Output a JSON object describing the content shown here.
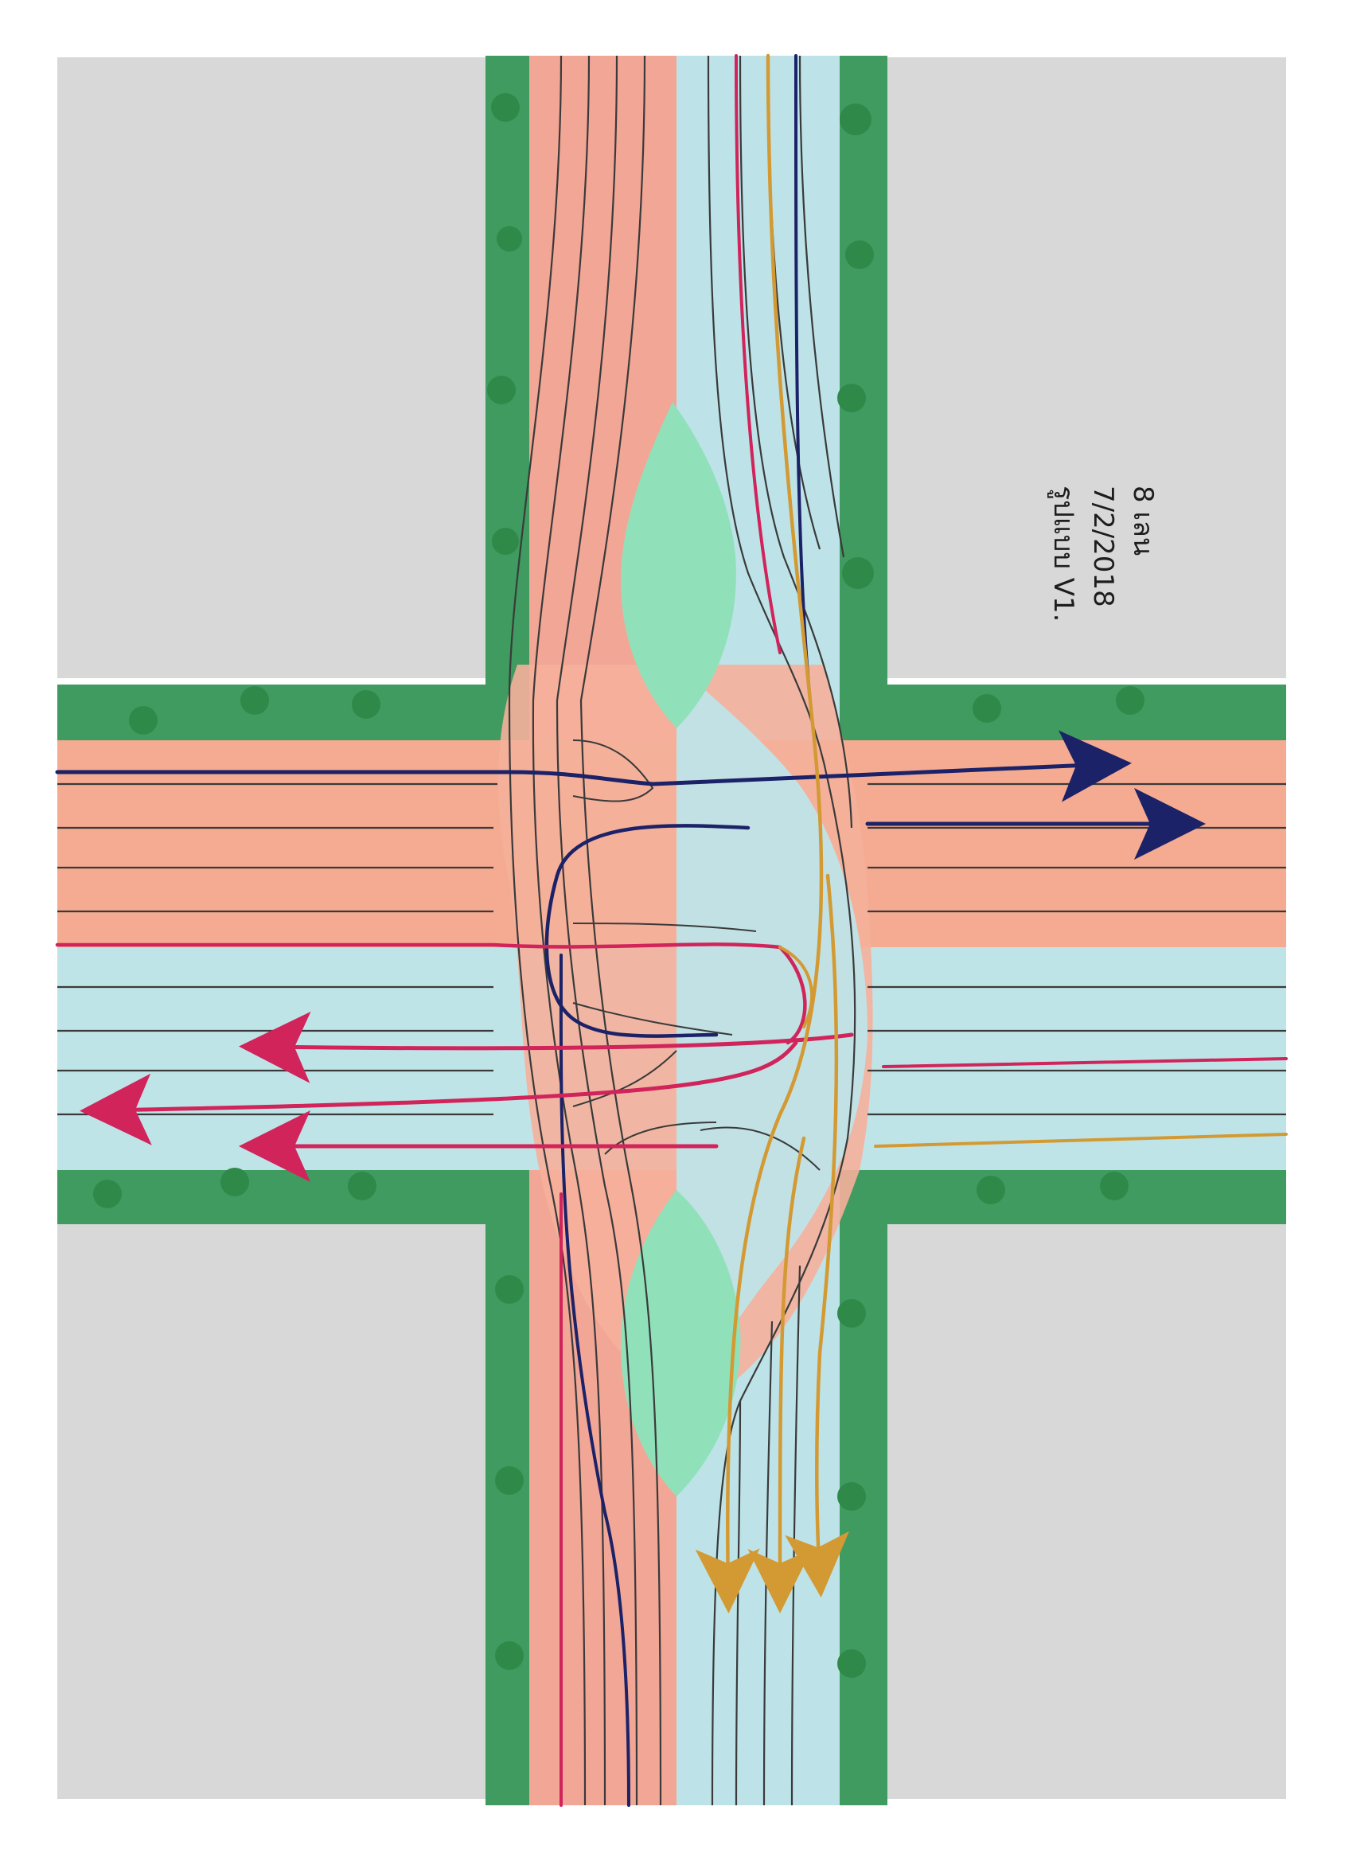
{
  "annotation": {
    "line1": "8 เลน",
    "line2": "7/2/2018",
    "line3": "รูปแบบ V1."
  },
  "colors": {
    "paper": "#ffffff",
    "city_block": "#d7d7d7",
    "green_verge": "#3f9b5f",
    "tree": "#2f8a4a",
    "road_red": "#f1a597",
    "road_salmon": "#f5ad94",
    "road_blue": "#bfe4e8",
    "island": "#8fe0b8",
    "navy_arrow": "#1c2267",
    "magenta_arrow": "#d0245b",
    "ochre_arrow": "#d39a34",
    "line_dark": "#3a3a3a"
  },
  "icons": {
    "tree": "tree-icon",
    "arrowhead": "arrowhead-icon"
  }
}
